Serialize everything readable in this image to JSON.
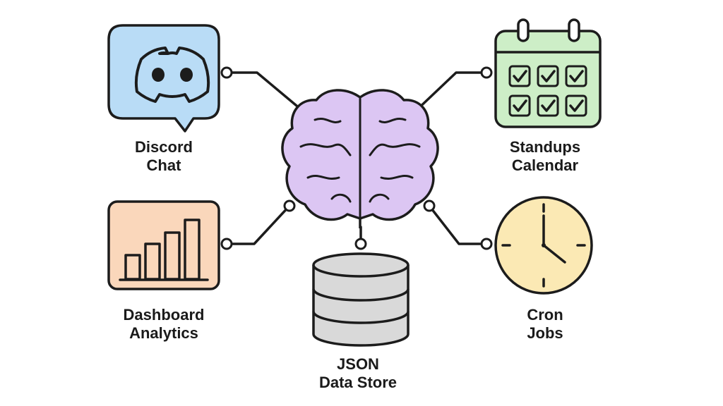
{
  "nodes": {
    "discord": {
      "line1": "Discord",
      "line2": "Chat",
      "color": "#b9dcf6"
    },
    "standups": {
      "line1": "Standups",
      "line2": "Calendar",
      "color": "#cdeec7"
    },
    "dashboard": {
      "line1": "Dashboard",
      "line2": "Analytics",
      "color": "#fad7bb"
    },
    "cron": {
      "line1": "Cron",
      "line2": "Jobs",
      "color": "#fbe9b4"
    },
    "json": {
      "line1": "JSON",
      "line2": "Data Store",
      "color": "#d9d9d9"
    }
  },
  "hub": {
    "icon": "brain-icon",
    "color": "#dcc6f3"
  },
  "stroke_color": "#1c1c1c"
}
